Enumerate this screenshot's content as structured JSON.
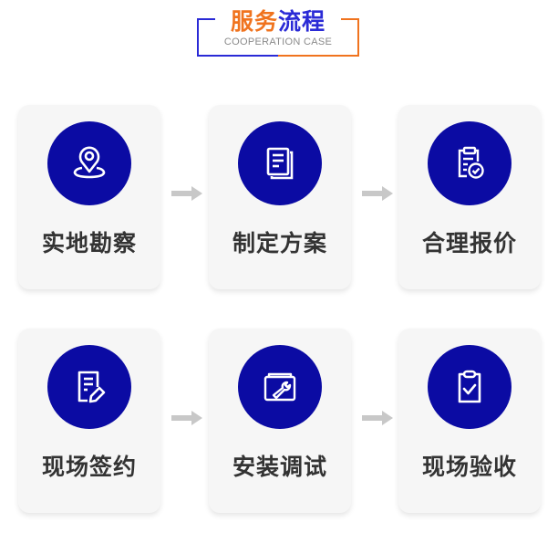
{
  "header": {
    "title_part1": "服务",
    "title_part2": "流程",
    "subtitle": "COOPERATION CASE",
    "colors": {
      "orange": "#f0731e",
      "blue": "#2a2ad6"
    }
  },
  "theme": {
    "circle_color": "#0b0ba3",
    "card_bg": "#f6f6f6",
    "arrow_color": "#c8c8c8",
    "label_color": "#333333"
  },
  "steps": [
    {
      "label": "实地勘察",
      "icon": "location-pin-icon"
    },
    {
      "label": "制定方案",
      "icon": "document-stack-icon"
    },
    {
      "label": "合理报价",
      "icon": "clipboard-check-icon"
    },
    {
      "label": "现场签约",
      "icon": "document-pencil-icon"
    },
    {
      "label": "安装调试",
      "icon": "toolbox-wrench-icon"
    },
    {
      "label": "现场验收",
      "icon": "clipboard-checkmark-icon"
    }
  ]
}
